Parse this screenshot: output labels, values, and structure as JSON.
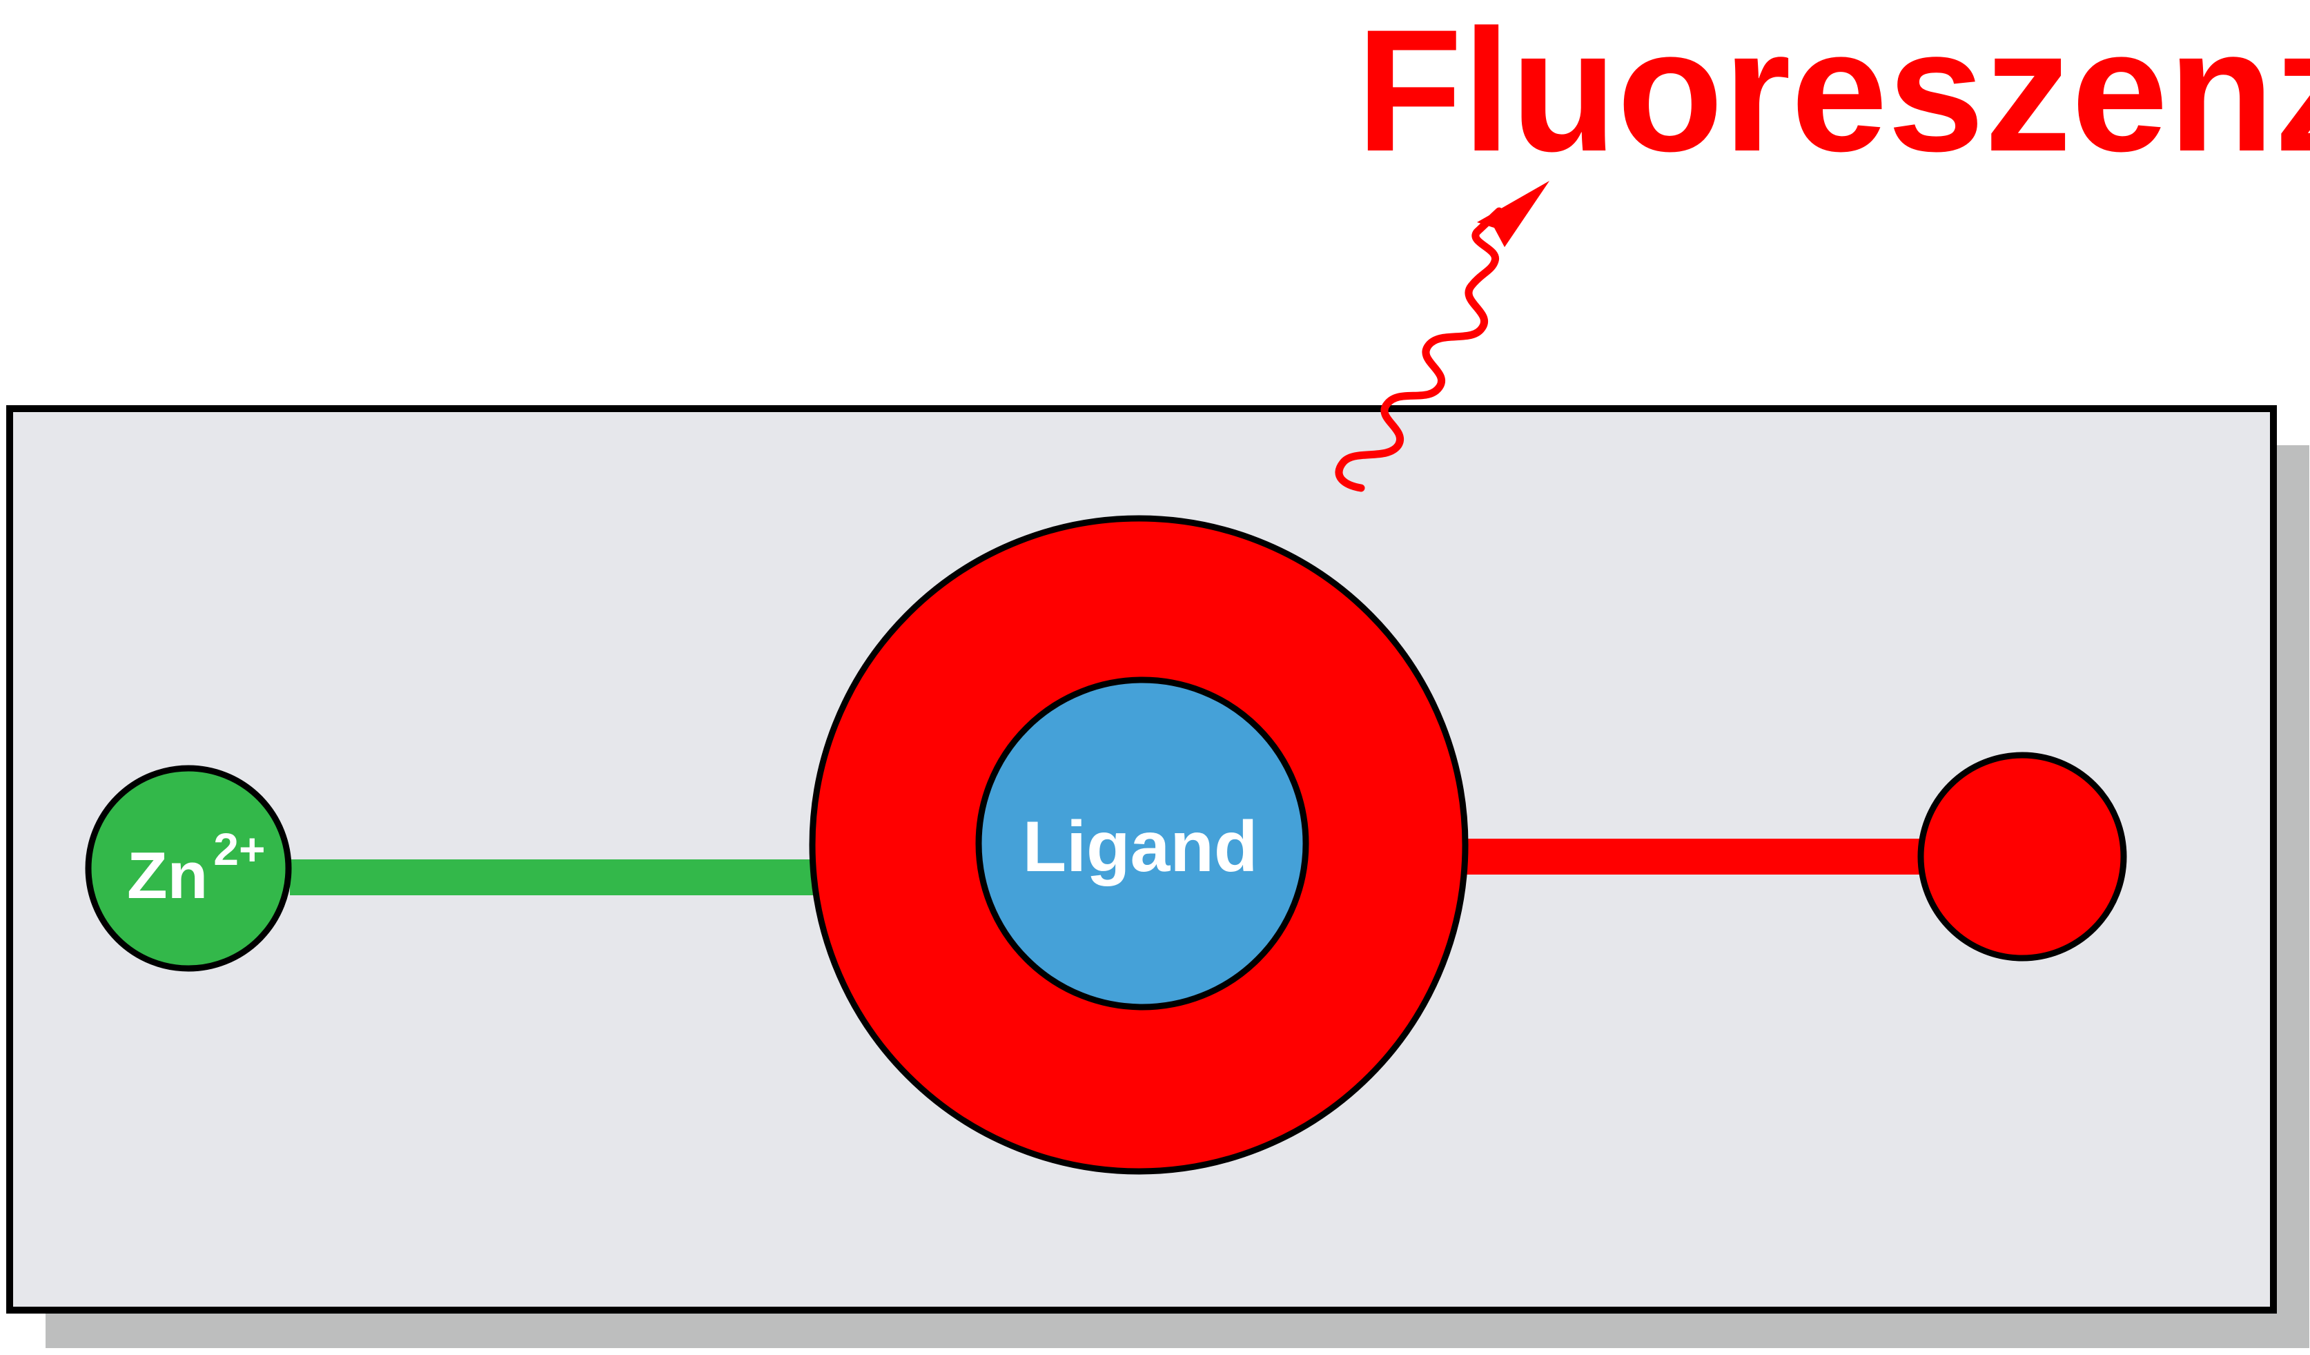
{
  "title": "Fluoreszenz",
  "nodes": {
    "zinc": {
      "symbol": "Zn",
      "charge": "2+",
      "color": "#33B84A"
    },
    "ligand": {
      "label": "Ligand",
      "inner_color": "#45A1D8",
      "ring_color": "#FF0000"
    },
    "fluorophore": {
      "color": "#FF0000"
    }
  },
  "colors": {
    "panel": "#E6E7EB",
    "shadow": "#BDBEBE",
    "outline": "#000000",
    "emission": "#FF0000",
    "linker_left": "#33B84A",
    "linker_right": "#FF0000"
  }
}
